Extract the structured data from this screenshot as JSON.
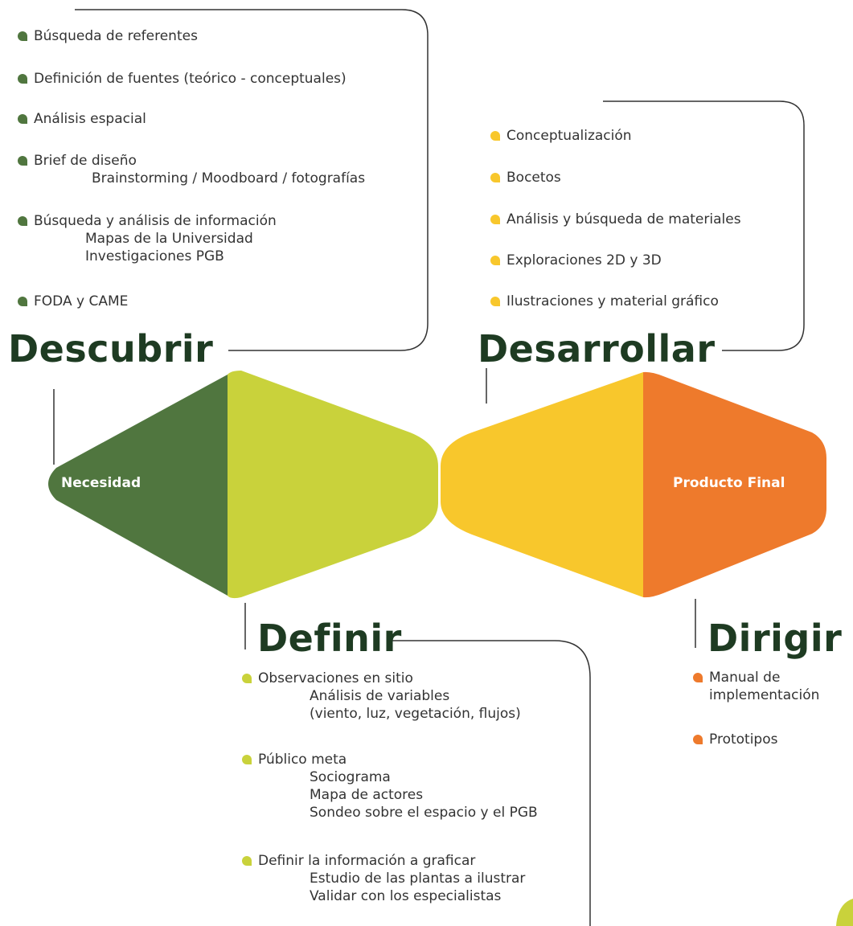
{
  "colors": {
    "dark_green": "#50763f",
    "lime": "#c9d23b",
    "yellow": "#f8c72c",
    "orange": "#ee7a2c",
    "heading": "#1e3b22",
    "line": "#333333"
  },
  "phases": {
    "descubrir": {
      "title": "Descubrir",
      "items": [
        {
          "label": "Búsqueda de referentes",
          "subs": []
        },
        {
          "label": "Definición de fuentes (teórico - conceptuales)",
          "subs": []
        },
        {
          "label": "Análisis espacial",
          "subs": []
        },
        {
          "label": "Brief de diseño",
          "subs": [
            "Brainstorming / Moodboard / fotografías"
          ]
        },
        {
          "label": "Búsqueda y análisis de información",
          "subs": [
            "Mapas de la Universidad",
            "Investigaciones PGB"
          ]
        },
        {
          "label": "FODA y CAME",
          "subs": []
        }
      ]
    },
    "desarrollar": {
      "title": "Desarrollar",
      "items": [
        {
          "label": "Conceptualización",
          "subs": []
        },
        {
          "label": "Bocetos",
          "subs": []
        },
        {
          "label": "Análisis y búsqueda de materiales",
          "subs": []
        },
        {
          "label": "Exploraciones 2D y 3D",
          "subs": []
        },
        {
          "label": "Ilustraciones y material gráfico",
          "subs": []
        }
      ]
    },
    "definir": {
      "title": "Definir",
      "items": [
        {
          "label": "Observaciones en sitio",
          "subs": [
            "Análisis de variables",
            "(viento, luz, vegetación, flujos)"
          ]
        },
        {
          "label": "Público meta",
          "subs": [
            "Sociograma",
            "Mapa de actores",
            "Sondeo sobre el espacio y el PGB"
          ]
        },
        {
          "label": "Definir la información a graficar",
          "subs": [
            "Estudio de las plantas a ilustrar",
            "Validar con los especialistas"
          ]
        }
      ]
    },
    "dirigir": {
      "title": "Dirigir",
      "items": [
        {
          "label": "Manual de",
          "subs": [
            "implementación"
          ]
        },
        {
          "label": "Prototipos",
          "subs": []
        }
      ]
    }
  },
  "shape_labels": {
    "start": "Necesidad",
    "end": "Producto Final"
  }
}
